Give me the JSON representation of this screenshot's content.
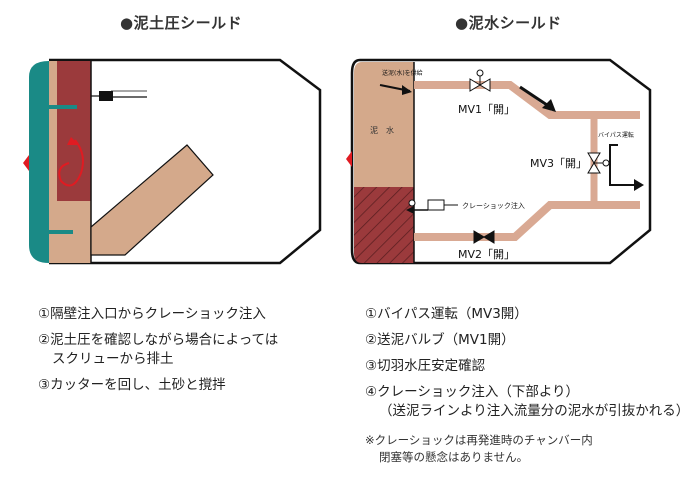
{
  "left": {
    "title": "●泥土圧シールド",
    "steps": [
      "①隔壁注入口からクレーショック注入",
      "②泥土圧を確認しながら場合によっては",
      "スクリューから排土",
      "③カッターを回し、土砂と撹拌"
    ]
  },
  "right": {
    "title": "●泥水シールド",
    "labels": {
      "supply": "送泥(水)を供給",
      "mv1": "MV1「開」",
      "bypass": "バイパス運転",
      "mv3": "MV3「開」",
      "clay": "クレーショック注入",
      "mv2": "MV2「開」",
      "chamber": "泥　水"
    },
    "steps": [
      "①バイパス運転（MV3開）",
      "②送泥バルブ（MV1開）",
      "③切羽水圧安定確認",
      "④クレーショック注入（下部より）",
      "（送泥ラインより注入流量分の泥水が引抜かれる）"
    ],
    "note": [
      "※クレーショックは再発進時のチャンバー内",
      "閉塞等の懸念はありません。"
    ]
  },
  "colors": {
    "soil": "#d4a98b",
    "pipe": "#d9a993",
    "teal": "#1a8a86",
    "mud": "#9b3a3c",
    "red": "#e01b22",
    "frame": "#111111"
  }
}
